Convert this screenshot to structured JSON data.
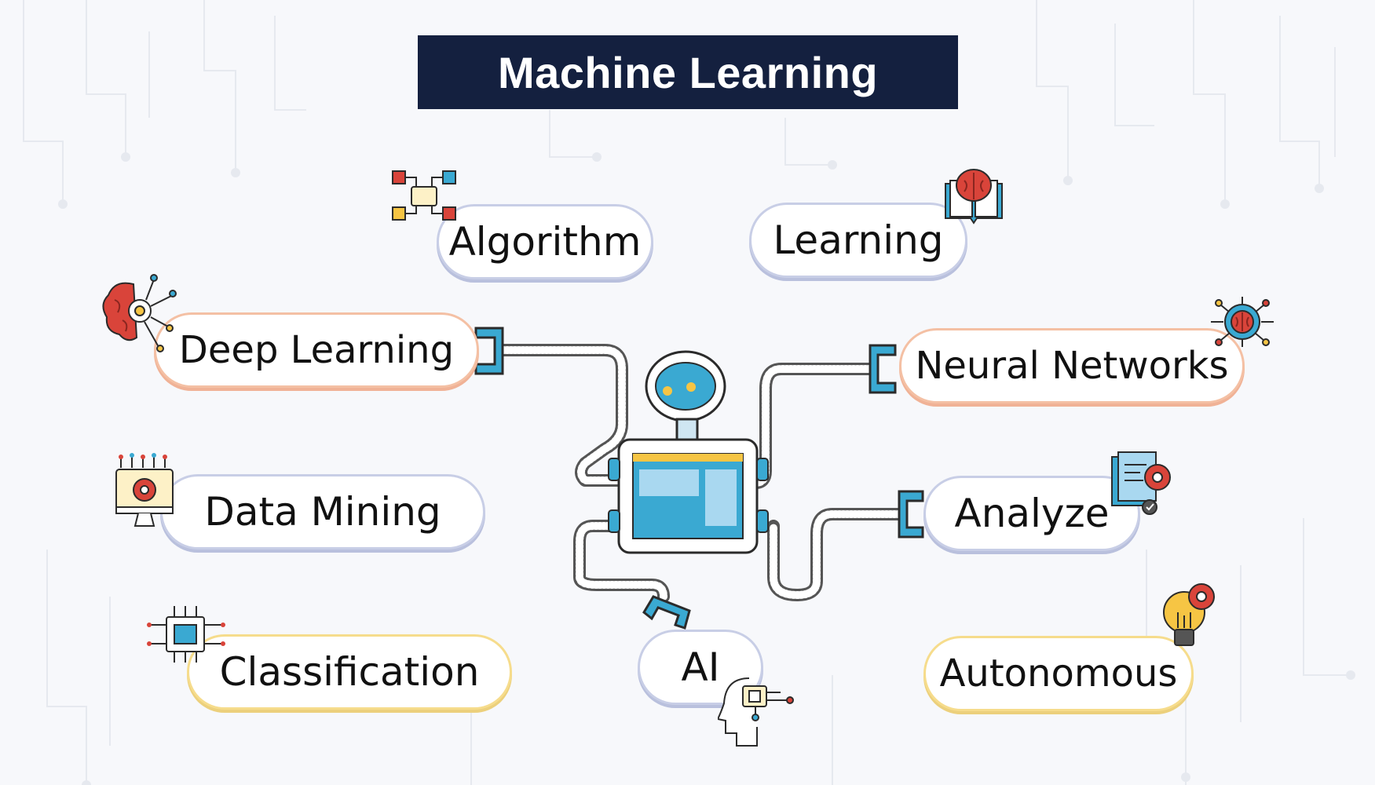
{
  "title": "Machine Learning",
  "nodes": {
    "algorithm": "Algorithm",
    "learning": "Learning",
    "deep_learning": "Deep Learning",
    "neural_networks": "Neural Networks",
    "data_mining": "Data Mining",
    "analyze": "Analyze",
    "classification": "Classification",
    "ai": "AI",
    "autonomous": "Autonomous"
  },
  "colors": {
    "title_bg": "#14203f",
    "robot_blue": "#3aa9d2",
    "robot_yellow": "#f6c544",
    "icon_red": "#d9443a",
    "pill_blue": "#c8cee6",
    "pill_orange": "#f4c0a4",
    "pill_yellow": "#f6dc8c"
  },
  "icons": [
    "circuit-chip-icon",
    "brain-book-icon",
    "brain-gear-icon",
    "brain-circuit-icon",
    "monitor-gear-icon",
    "document-gear-icon",
    "processor-chip-icon",
    "head-chip-icon",
    "lightbulb-gear-icon",
    "robot-icon"
  ]
}
